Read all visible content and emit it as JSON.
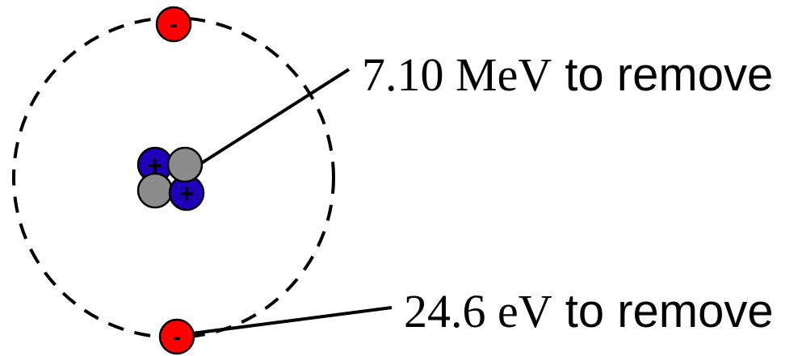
{
  "colors": {
    "background": "#ffffff",
    "electron": "#ff0000",
    "proton": "#1f00b8",
    "neutron": "#8c8c8c",
    "line": "#000000"
  },
  "electrons": [
    {
      "sign": "-"
    },
    {
      "sign": "-"
    }
  ],
  "nucleus": {
    "protons": [
      {
        "sign": "+"
      },
      {
        "sign": "+"
      }
    ],
    "neutron_count": 2
  },
  "labels": {
    "nuclear_energy": {
      "value": "7.10",
      "unit": "MeV",
      "text": " to remove"
    },
    "electron_energy": {
      "value": "24.6",
      "unit": "eV",
      "text": " to remove"
    }
  }
}
